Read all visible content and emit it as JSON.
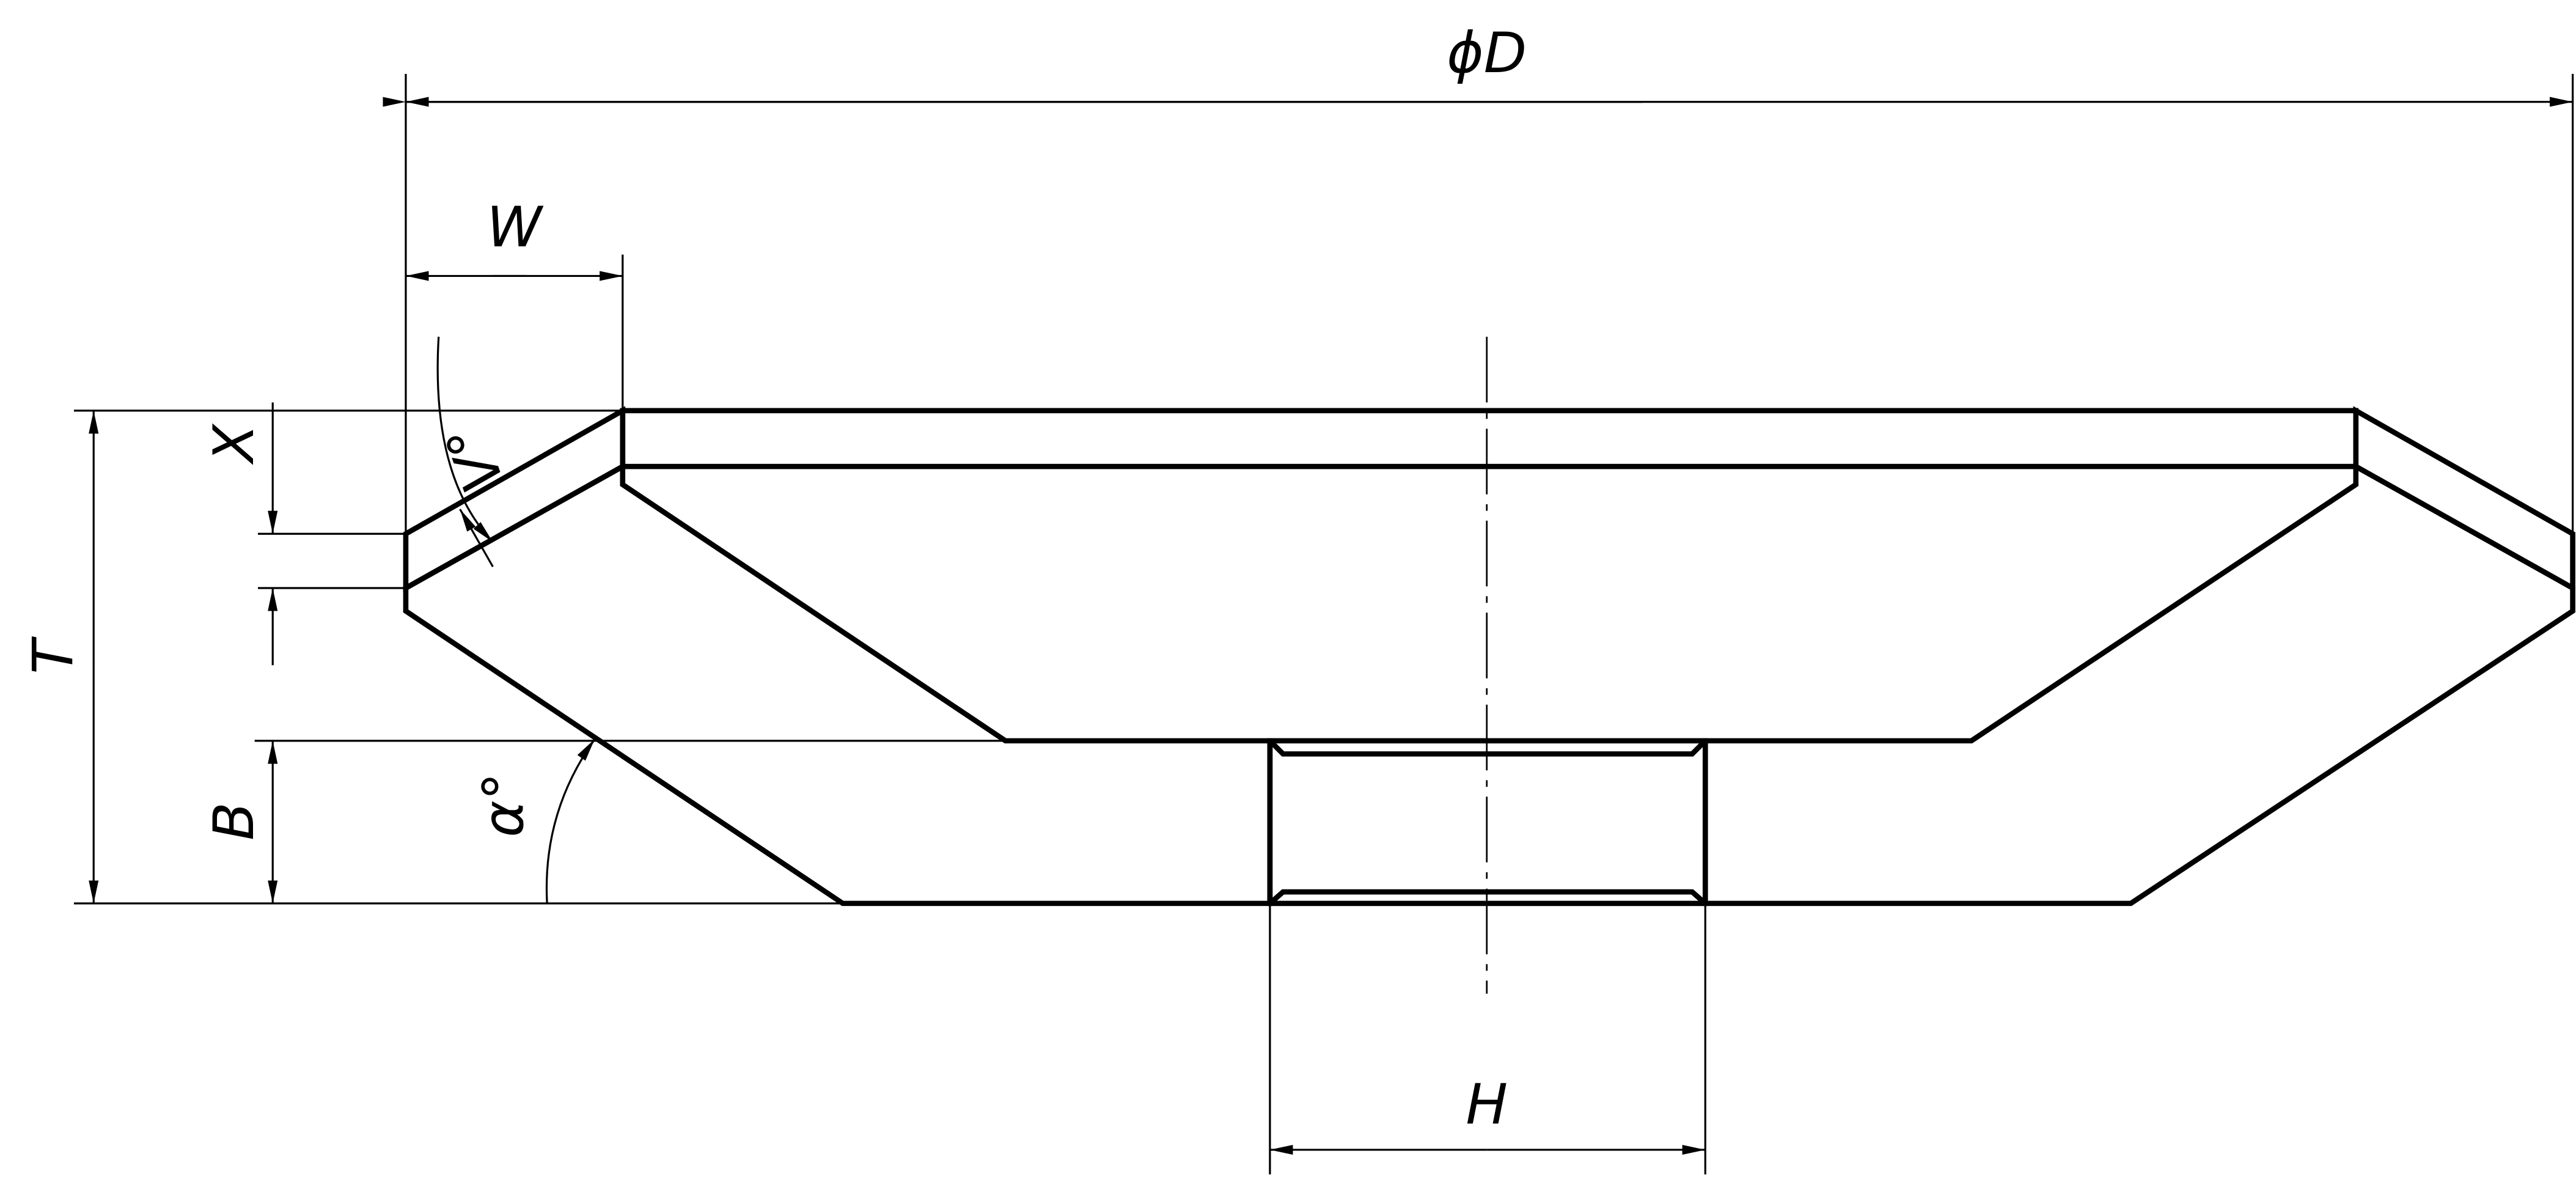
{
  "drawing": {
    "title": "Grinding wheel cross-section",
    "labels": {
      "diameter": "ϕD",
      "width": "W",
      "rim_height": "X",
      "rim_angle": "V°",
      "total_height": "T",
      "base_height": "B",
      "cone_angle": "α°",
      "bore": "H"
    }
  }
}
